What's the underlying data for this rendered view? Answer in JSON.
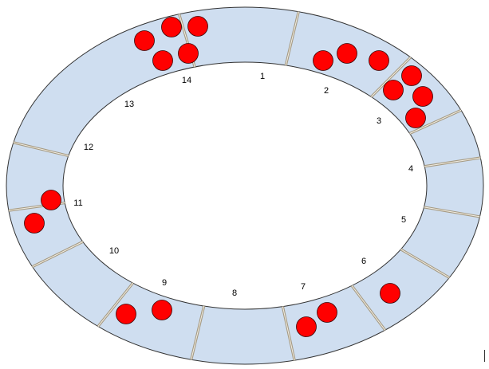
{
  "diagram": {
    "type": "circular board (mancala-style ring)",
    "slot_count": 14,
    "ring_fill": "#cfdef0",
    "divider_color": "#a59a83",
    "outline_color": "#333333",
    "ball_color": "#ff0000",
    "slots": [
      {
        "label": "1",
        "balls": 0
      },
      {
        "label": "2",
        "balls": 3
      },
      {
        "label": "3",
        "balls": 4
      },
      {
        "label": "4",
        "balls": 0
      },
      {
        "label": "5",
        "balls": 0
      },
      {
        "label": "6",
        "balls": 1
      },
      {
        "label": "7",
        "balls": 2
      },
      {
        "label": "8",
        "balls": 0
      },
      {
        "label": "9",
        "balls": 2
      },
      {
        "label": "10",
        "balls": 0
      },
      {
        "label": "11",
        "balls": 2
      },
      {
        "label": "12",
        "balls": 0
      },
      {
        "label": "13",
        "balls": 0
      },
      {
        "label": "14",
        "balls": 5
      }
    ]
  }
}
